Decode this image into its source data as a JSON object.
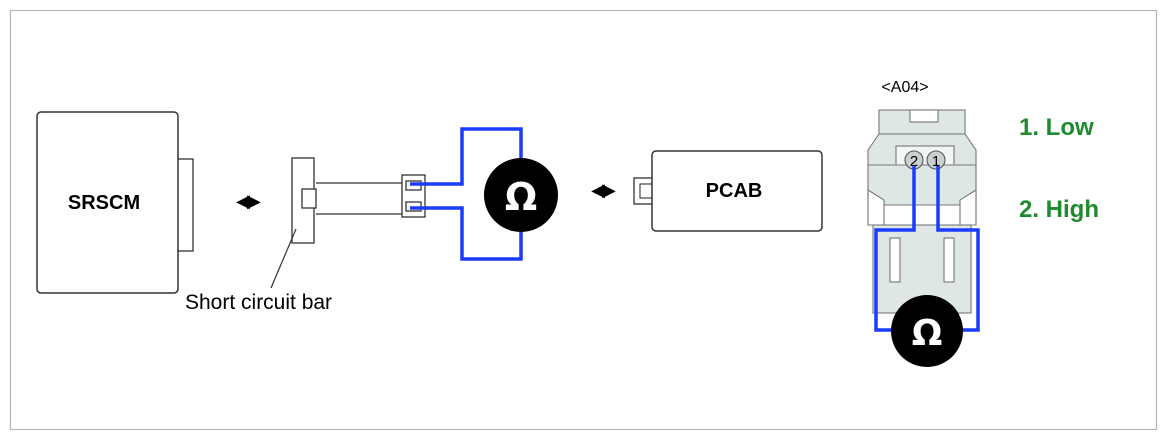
{
  "colors": {
    "frame": "#b4b4b4",
    "box_stroke": "#333333",
    "wire": "#1a3cff",
    "meter": "#000000",
    "connector_fill": "#dfe6e6",
    "pin_list": "#1f8a2e"
  },
  "modules": {
    "srscm": "SRSCM",
    "pcab": "PCAB"
  },
  "arrows": {
    "left": "◀▶",
    "right": "◀▶"
  },
  "callout": "Short circuit bar",
  "meter_symbol": "Ω",
  "connector": {
    "name": "<A04>",
    "pin_2": "2",
    "pin_1": "1"
  },
  "pins": {
    "low": "1. Low",
    "high": "2. High"
  },
  "icons": [
    "ohmmeter-icon",
    "double-arrow-icon"
  ]
}
